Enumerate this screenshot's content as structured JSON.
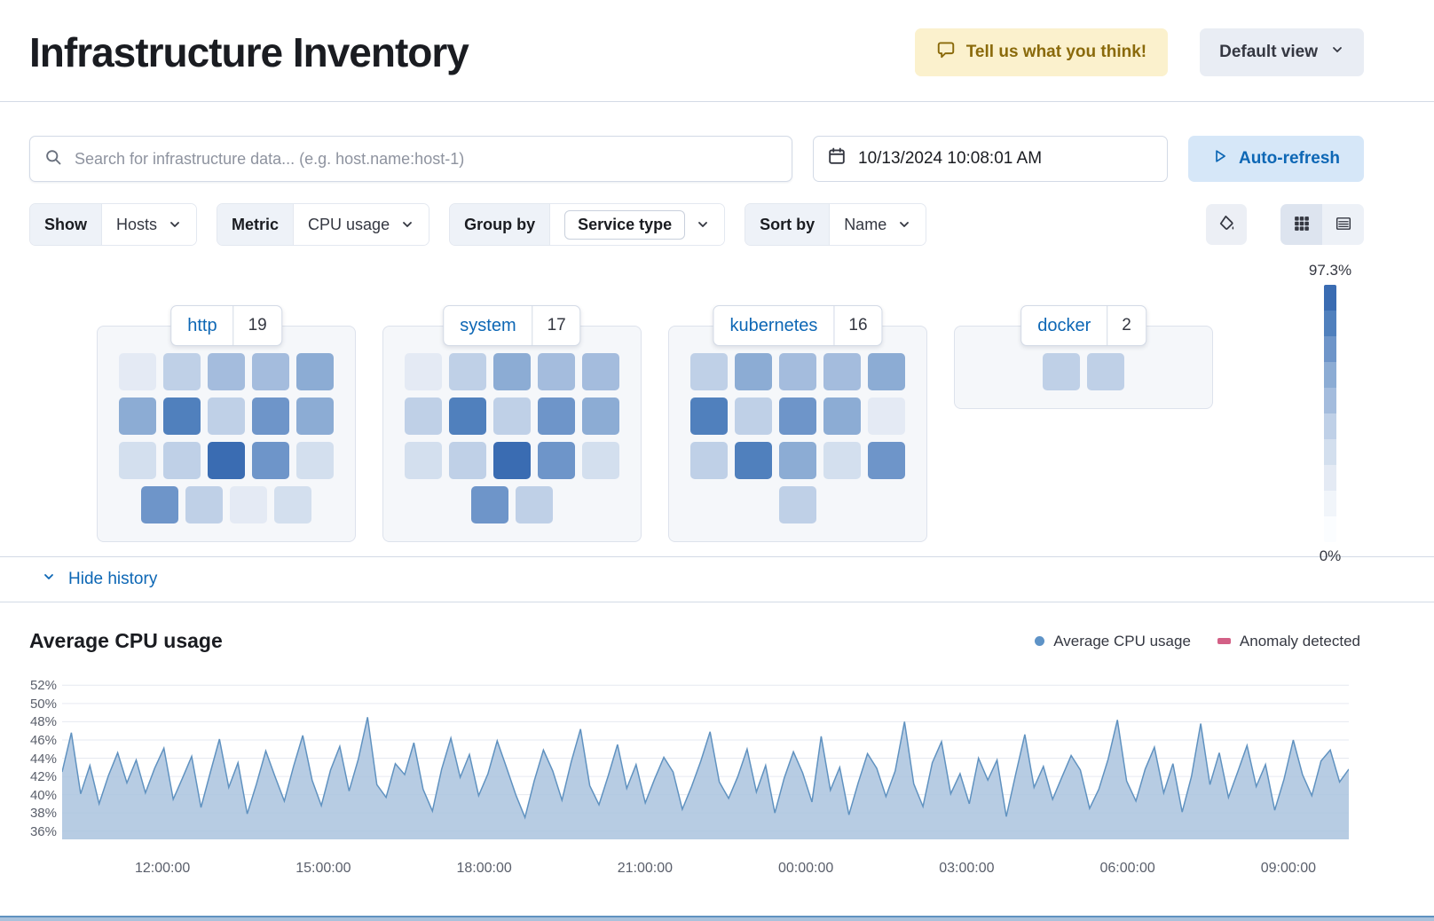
{
  "header": {
    "title": "Infrastructure Inventory",
    "feedback_label": "Tell us what you think!",
    "view_label": "Default view"
  },
  "search": {
    "placeholder": "Search for infrastructure data... (e.g. host.name:host-1)",
    "datetime": "10/13/2024 10:08:01 AM",
    "auto_refresh_label": "Auto-refresh"
  },
  "filters": {
    "show": {
      "label": "Show",
      "value": "Hosts"
    },
    "metric": {
      "label": "Metric",
      "value": "CPU usage"
    },
    "group_by": {
      "label": "Group by",
      "value": "Service type"
    },
    "sort_by": {
      "label": "Sort by",
      "value": "Name"
    }
  },
  "scale": {
    "max_label": "97.3%",
    "min_label": "0%",
    "colors": [
      "#3a6cb2",
      "#5080bd",
      "#6e95c9",
      "#8cacd4",
      "#a4bcdd",
      "#bfd0e7",
      "#d3dfee",
      "#e4eaf4",
      "#f1f5fa",
      "#fbfdff"
    ]
  },
  "waffle": {
    "palette": [
      "#e4eaf4",
      "#d3dfee",
      "#bfd0e7",
      "#a4bcdd",
      "#8cacd4",
      "#6e95c9",
      "#5080bd",
      "#3a6cb2"
    ],
    "groups": [
      {
        "name": "http",
        "count": "19",
        "rows": [
          [
            0,
            2,
            3,
            3,
            4
          ],
          [
            4,
            6,
            2,
            5,
            4
          ],
          [
            1,
            2,
            7,
            5,
            1
          ],
          [
            5,
            2,
            0,
            1
          ]
        ]
      },
      {
        "name": "system",
        "count": "17",
        "rows": [
          [
            0,
            2,
            4,
            3,
            3
          ],
          [
            2,
            6,
            2,
            5,
            4
          ],
          [
            1,
            2,
            7,
            5,
            1
          ],
          [
            5,
            2
          ]
        ]
      },
      {
        "name": "kubernetes",
        "count": "16",
        "rows": [
          [
            2,
            4,
            3,
            3,
            4
          ],
          [
            6,
            2,
            5,
            4,
            0
          ],
          [
            2,
            6,
            4,
            1,
            5
          ],
          [
            2
          ]
        ]
      },
      {
        "name": "docker",
        "count": "2",
        "rows": [
          [
            2,
            2
          ]
        ]
      }
    ]
  },
  "history": {
    "toggle_label": "Hide history"
  },
  "chart_data": {
    "type": "area",
    "title": "Average CPU usage",
    "legend": [
      {
        "label": "Average CPU usage",
        "color": "#5e93c7",
        "shape": "dot"
      },
      {
        "label": "Anomaly detected",
        "color": "#d36086",
        "shape": "rect"
      }
    ],
    "y_ticks": [
      "52%",
      "50%",
      "48%",
      "46%",
      "44%",
      "42%",
      "40%",
      "38%",
      "36%"
    ],
    "ylim": [
      36,
      52
    ],
    "x_ticks": [
      {
        "label": "12:00:00",
        "pos": 0.078
      },
      {
        "label": "15:00:00",
        "pos": 0.203
      },
      {
        "label": "18:00:00",
        "pos": 0.328
      },
      {
        "label": "21:00:00",
        "pos": 0.453
      },
      {
        "label": "00:00:00",
        "pos": 0.578
      },
      {
        "label": "03:00:00",
        "pos": 0.703
      },
      {
        "label": "06:00:00",
        "pos": 0.828
      },
      {
        "label": "09:00:00",
        "pos": 0.953
      }
    ],
    "values": [
      42.5,
      46.8,
      40.1,
      43.2,
      39.0,
      42.1,
      44.6,
      41.3,
      43.8,
      40.2,
      42.9,
      45.1,
      39.5,
      41.8,
      44.2,
      38.6,
      42.4,
      46.1,
      40.8,
      43.5,
      37.9,
      41.2,
      44.8,
      42.0,
      39.3,
      43.1,
      46.5,
      41.6,
      38.8,
      42.7,
      45.3,
      40.4,
      43.9,
      48.5,
      41.1,
      39.7,
      43.4,
      42.2,
      45.7,
      40.6,
      38.2,
      42.8,
      46.2,
      41.9,
      44.4,
      39.9,
      42.3,
      45.9,
      43.0,
      40.0,
      37.5,
      41.5,
      44.9,
      42.6,
      39.4,
      43.6,
      47.2,
      41.0,
      38.9,
      42.1,
      45.5,
      40.7,
      43.3,
      39.1,
      41.7,
      44.1,
      42.5,
      38.4,
      40.9,
      43.7,
      46.9,
      41.4,
      39.6,
      42.0,
      45.0,
      40.3,
      43.2,
      38.0,
      41.8,
      44.7,
      42.4,
      39.2,
      46.4,
      40.5,
      43.0,
      37.8,
      41.3,
      44.5,
      42.9,
      39.8,
      42.6,
      48.0,
      41.2,
      38.7,
      43.5,
      45.8,
      40.1,
      42.3,
      39.0,
      44.0,
      41.6,
      43.8,
      37.6,
      42.2,
      46.6,
      40.8,
      43.1,
      39.5,
      41.9,
      44.3,
      42.7,
      38.5,
      40.6,
      43.9,
      48.2,
      41.5,
      39.3,
      42.8,
      45.2,
      40.2,
      43.4,
      38.1,
      42.0,
      47.8,
      41.1,
      44.6,
      39.7,
      42.5,
      45.4,
      40.9,
      43.3,
      38.3,
      41.7,
      46.0,
      42.2,
      39.9,
      43.7,
      44.9,
      41.4,
      42.8
    ],
    "line_color": "#6092c0",
    "fill_color": "#aac3de"
  }
}
